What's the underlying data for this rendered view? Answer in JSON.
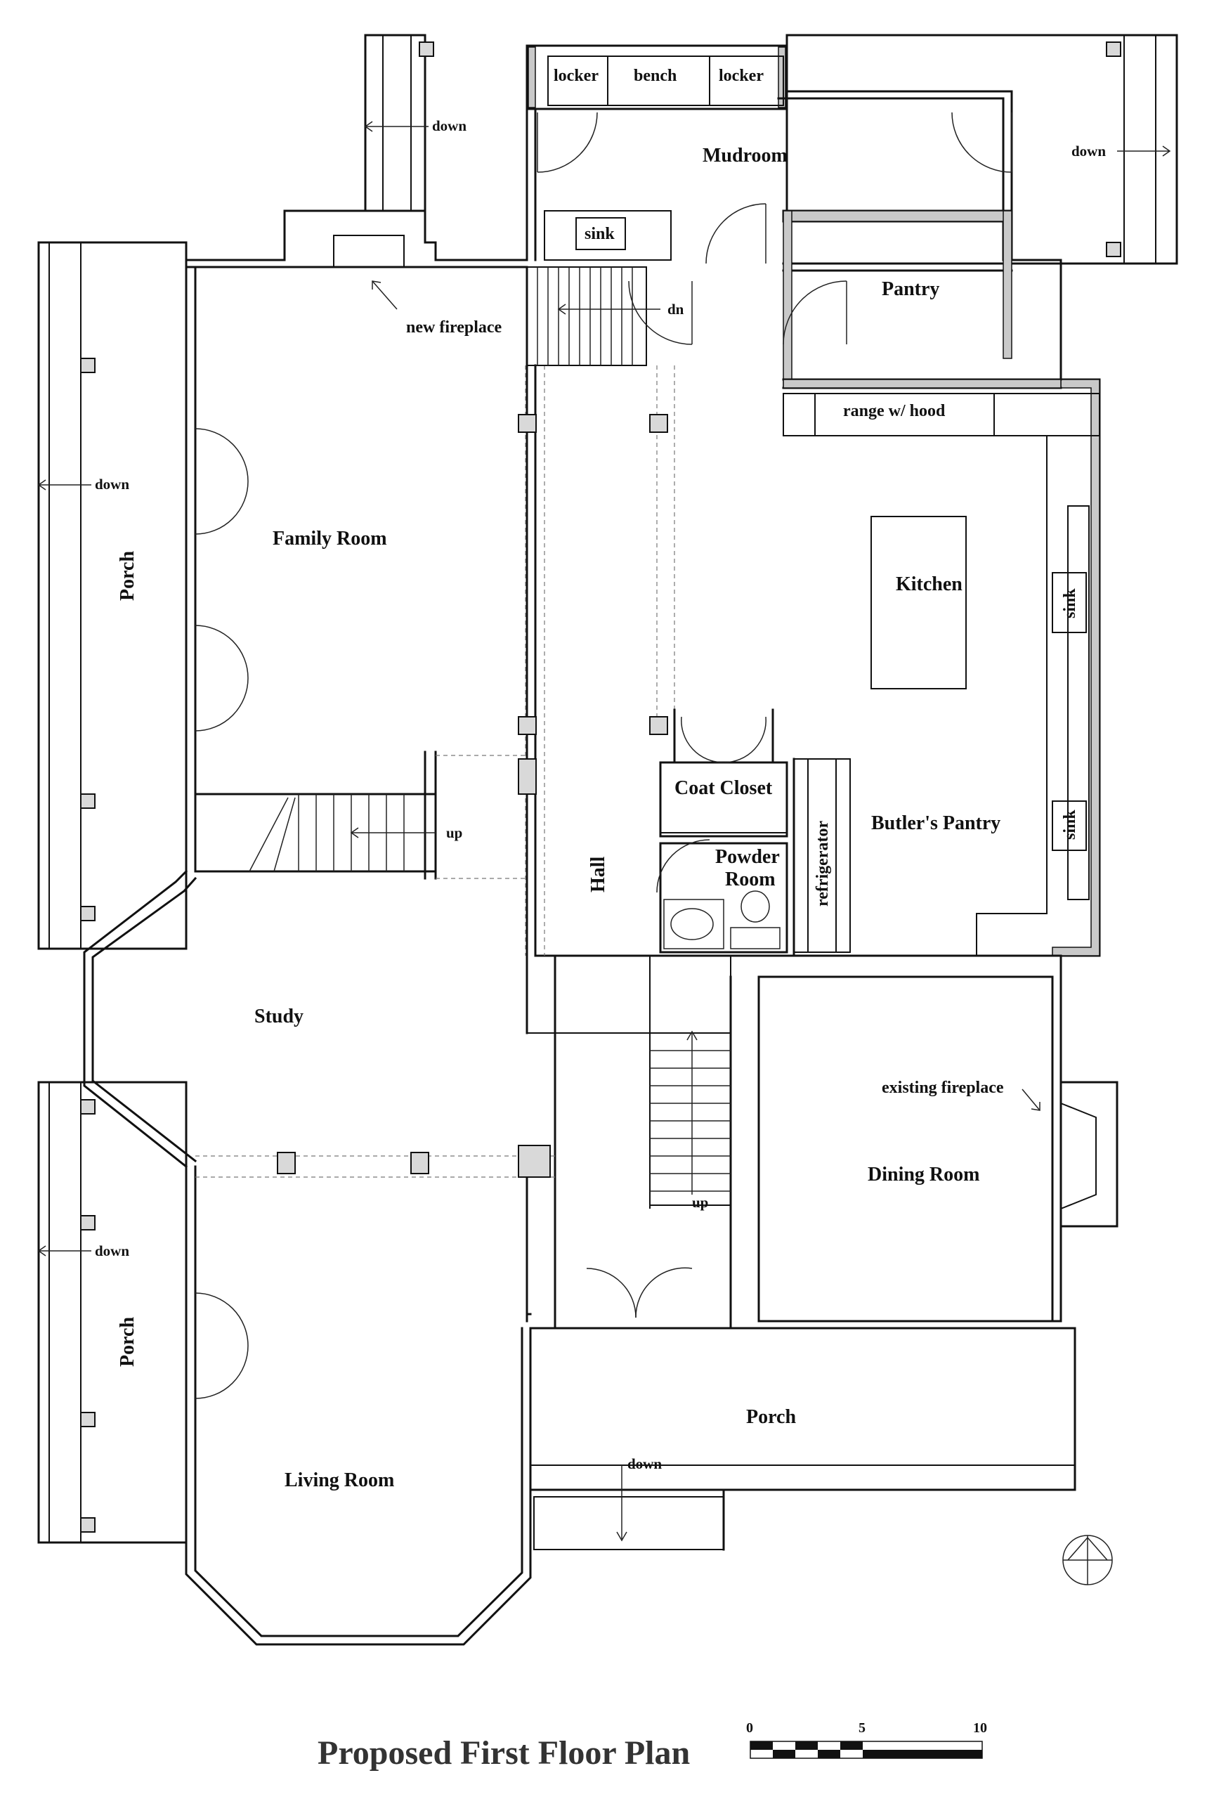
{
  "title": "Proposed First Floor Plan",
  "rooms": {
    "mudroom": "Mudroom",
    "pantry": "Pantry",
    "kitchen": "Kitchen",
    "family_room": "Family Room",
    "hall": "Hall",
    "study": "Study",
    "living_room": "Living Room",
    "dining_room": "Dining Room",
    "butlers_pantry": "Butler's Pantry",
    "coat_closet": "Coat Closet",
    "powder_room_1": "Powder",
    "powder_room_2": "Room",
    "porch_west_upper": "Porch",
    "porch_west_lower": "Porch",
    "porch_south": "Porch"
  },
  "fixtures": {
    "locker_left": "locker",
    "bench": "bench",
    "locker_right": "locker",
    "mudroom_sink": "sink",
    "range": "range w/ hood",
    "kitchen_sink": "sink",
    "butler_sink": "sink",
    "refrigerator": "refrigerator",
    "new_fireplace": "new fireplace",
    "existing_fireplace": "existing fireplace"
  },
  "stairs": {
    "down_mudroom_left": "down",
    "down_mudroom_right": "down",
    "down_porch_upper": "down",
    "down_porch_lower": "down",
    "down_porch_south": "down",
    "dn_basement": "dn",
    "up_family": "up",
    "up_hall": "up"
  },
  "scale_bar": {
    "label_0": "0",
    "label_5": "5",
    "label_10": "10"
  }
}
